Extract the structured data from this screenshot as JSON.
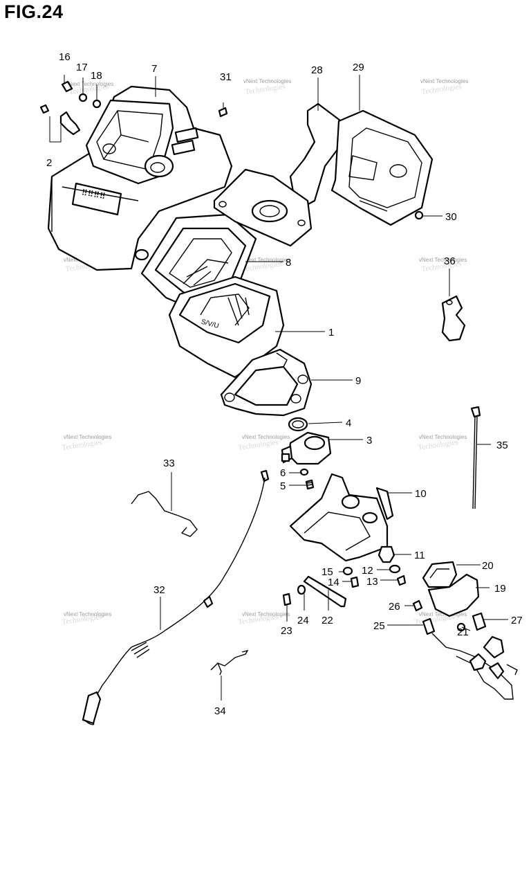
{
  "figure": {
    "title": "FIG.24"
  },
  "watermark": {
    "text": "vNext Technologies"
  },
  "callouts": [
    {
      "label": "1"
    },
    {
      "label": "2"
    },
    {
      "label": "3"
    },
    {
      "label": "4"
    },
    {
      "label": "5"
    },
    {
      "label": "6"
    },
    {
      "label": "7"
    },
    {
      "label": "8"
    },
    {
      "label": "9"
    },
    {
      "label": "10"
    },
    {
      "label": "11"
    },
    {
      "label": "12"
    },
    {
      "label": "13"
    },
    {
      "label": "14"
    },
    {
      "label": "15"
    },
    {
      "label": "16"
    },
    {
      "label": "17"
    },
    {
      "label": "18"
    },
    {
      "label": "19"
    },
    {
      "label": "20"
    },
    {
      "label": "21"
    },
    {
      "label": "22"
    },
    {
      "label": "23"
    },
    {
      "label": "24"
    },
    {
      "label": "25"
    },
    {
      "label": "26"
    },
    {
      "label": "27"
    },
    {
      "label": "28"
    },
    {
      "label": "29"
    },
    {
      "label": "30"
    },
    {
      "label": "31"
    },
    {
      "label": "32"
    },
    {
      "label": "33"
    },
    {
      "label": "34"
    },
    {
      "label": "35"
    },
    {
      "label": "36"
    }
  ]
}
